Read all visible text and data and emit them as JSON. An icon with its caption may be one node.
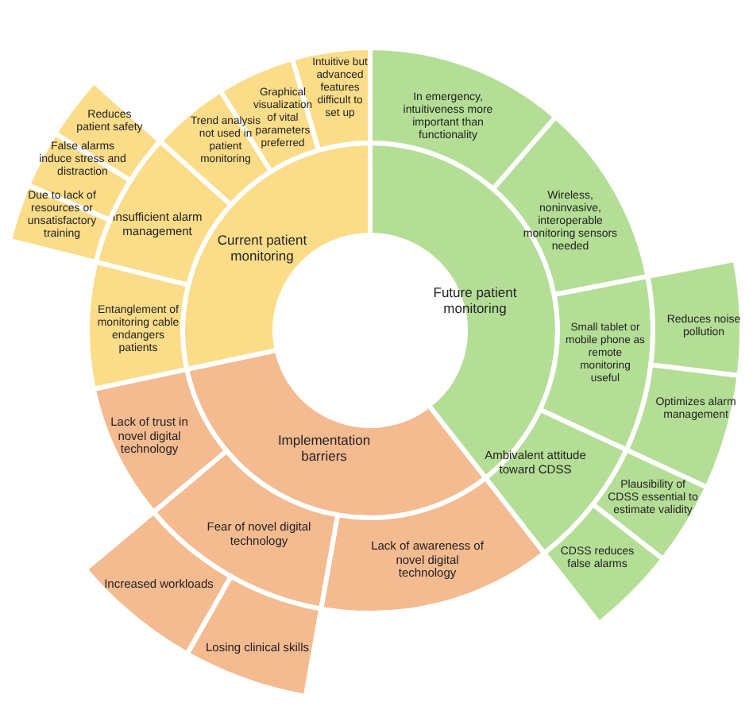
{
  "diagram": {
    "nodes": [
      {
        "text": [
          "Current patient monitoring"
        ]
      },
      {
        "text": [
          "Intuitive but advanced features difficult to set up"
        ]
      },
      {
        "text": [
          "Graphical visualization of vital parameters preferred"
        ]
      },
      {
        "text": [
          "Trend analysis not used in patient monitoring"
        ]
      },
      {
        "text": [
          "Insufficient alarm management"
        ]
      },
      {
        "text": [
          "Reduces patient safety"
        ]
      },
      {
        "text": [
          "False alarms induce stress and distraction"
        ]
      },
      {
        "text": [
          "Due to lack of resources or unsatisfactory training"
        ]
      },
      {
        "text": [
          "Entanglement of monitoring cable endangers patients"
        ]
      },
      {
        "text": [
          "Future patient monitoring"
        ]
      },
      {
        "text": [
          "In emergency, intuitiveness more important than functionality"
        ]
      },
      {
        "text": [
          "Wireless, noninvasive, interoperable monitoring sensors needed"
        ]
      },
      {
        "text": [
          "Small tablet or mobile phone as remote monitoring useful"
        ]
      },
      {
        "text": [
          "Reduces noise pollution"
        ]
      },
      {
        "text": [
          "Optimizes alarm management"
        ]
      },
      {
        "text": [
          "Ambivalent attitude toward CDSS"
        ]
      },
      {
        "text": [
          "Plausibility of CDSS essential to estimate validity"
        ]
      },
      {
        "text": [
          "CDSS reduces false alarms"
        ]
      },
      {
        "text": [
          "Implementation barriers"
        ]
      },
      {
        "text": [
          "Lack of awareness of novel digital technology"
        ]
      },
      {
        "text": [
          "Fear of novel digital technology"
        ]
      },
      {
        "text": [
          "Losing clinical skills"
        ]
      },
      {
        "text": [
          "Increased workloads"
        ]
      },
      {
        "text": [
          "Lack of trust in novel digital technology"
        ]
      }
    ]
  }
}
